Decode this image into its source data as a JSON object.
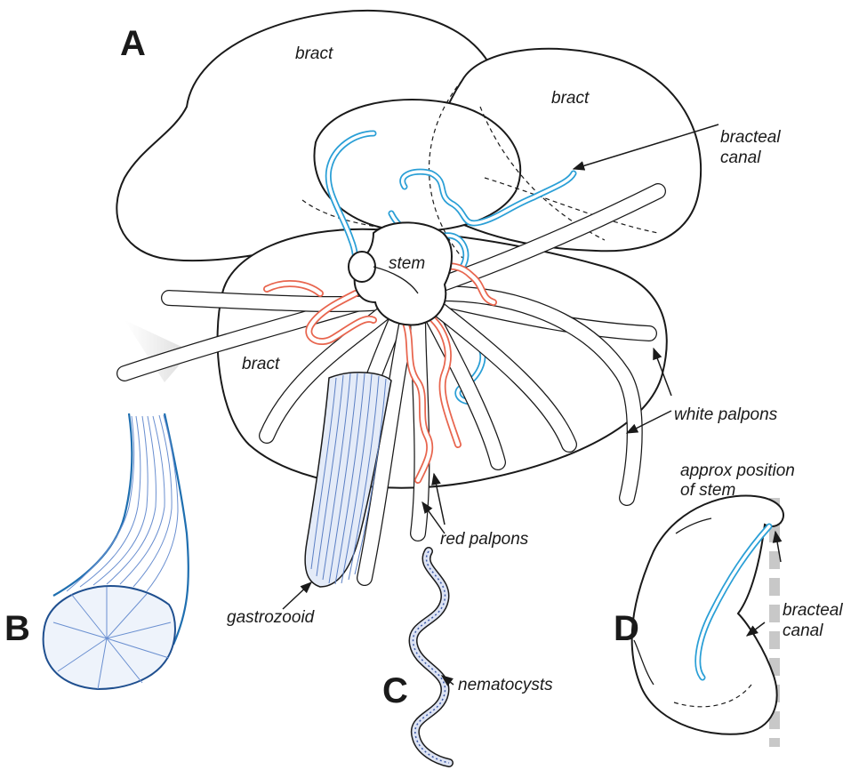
{
  "panels": {
    "a": "A",
    "b": "B",
    "c": "C",
    "d": "D"
  },
  "labels": {
    "bract_top": "bract",
    "bract_right": "bract",
    "bract_lower": "bract",
    "stem": "stem",
    "bracteal_canal_line1": "bracteal",
    "bracteal_canal_line2": "canal",
    "white_palpons": "white palpons",
    "red_palpons": "red palpons",
    "gastrozooid": "gastrozooid",
    "approx_line1": "approx position",
    "approx_line2": "of stem",
    "d_bracteal": "bracteal",
    "d_canal": "canal",
    "nematocysts": "nematocysts"
  },
  "colors": {
    "canal": "#2a9fd6",
    "red_palpons": "#e8654e",
    "gastrozooid": "#5b7fc4",
    "stem_marker": "#c8c8c8"
  }
}
